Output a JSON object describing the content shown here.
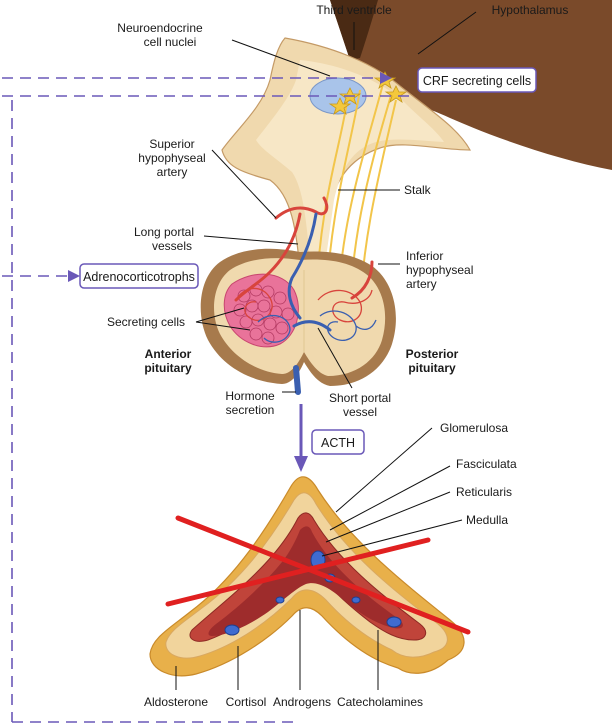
{
  "labels": {
    "third_ventricle": "Third ventricle",
    "hypothalamus": "Hypothalamus",
    "neuroendocrine_line1": "Neuroendocrine",
    "neuroendocrine_line2": "cell nuclei",
    "crf_cells": "CRF secreting cells",
    "superior_line1": "Superior",
    "superior_line2": "hypophyseal",
    "superior_line3": "artery",
    "stalk": "Stalk",
    "long_portal_line1": "Long portal",
    "long_portal_line2": "vessels",
    "adrenocorticotrophs": "Adrenocorticotrophs",
    "inferior_line1": "Inferior",
    "inferior_line2": "hypophyseal",
    "inferior_line3": "artery",
    "secreting_cells": "Secreting cells",
    "anterior_line1": "Anterior",
    "anterior_line2": "pituitary",
    "posterior_line1": "Posterior",
    "posterior_line2": "pituitary",
    "hormone_line1": "Hormone",
    "hormone_line2": "secretion",
    "short_portal_line1": "Short portal",
    "short_portal_line2": "vessel",
    "acth": "ACTH",
    "glomerulosa": "Glomerulosa",
    "fasciculata": "Fasciculata",
    "reticularis": "Reticularis",
    "medulla": "Medulla",
    "aldosterone": "Aldosterone",
    "cortisol": "Cortisol",
    "androgens": "Androgens",
    "catecholamines": "Catecholamines"
  },
  "colors": {
    "hypothalamus_brown": "#7a4a2a",
    "tissue_tan": "#f0d9ae",
    "capsule_brown": "#a77a4c",
    "anterior_pink": "#e9739a",
    "artery_red": "#d8443c",
    "vein_blue": "#3a5fb0",
    "axon_yellow": "#f2c54a",
    "adrenal_cortex": "#f1d49c",
    "adrenal_medulla": "#9e2c2c",
    "fat_yellow": "#e8b04a",
    "arrow_purple": "#6a58b8",
    "cross_red": "#e02020"
  }
}
